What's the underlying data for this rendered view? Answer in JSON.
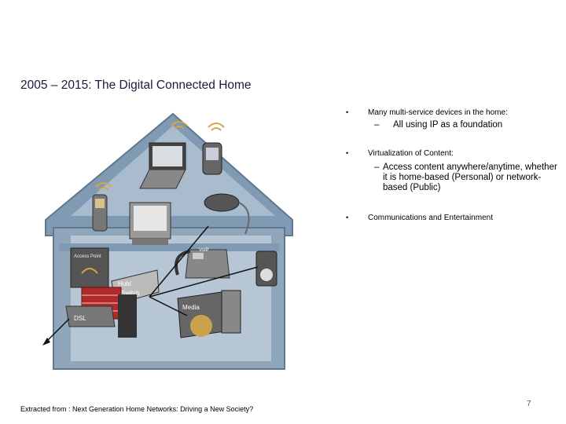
{
  "slide": {
    "title": "2005 – 2015: The Digital Connected Home",
    "bullets": [
      {
        "text": "Many multi-service devices in the home:",
        "sub": [
          "All using IP as a foundation"
        ]
      },
      {
        "text": "Virtualization of Content:",
        "sub": [
          "Access content anywhere/anytime, whether it is home-based (Personal) or network-based (Public)"
        ]
      },
      {
        "text": "Communications and Entertainment",
        "sub": []
      }
    ],
    "bullet_char": "•",
    "sub_bullet_char": "–",
    "footer": "Extracted from : Next Generation Home Networks: Driving a New Society?",
    "page_number": "7"
  },
  "illustration": {
    "labels": {
      "hub": "Hub/ Switch",
      "media": "Media",
      "dsl": "DSL",
      "access": "Access Point",
      "phone": "VoIP"
    },
    "colors": {
      "house_dark": "#6e8aa3",
      "house_light": "#aebfcf",
      "house_wall": "#8fa6bb",
      "firewall": "#b22a2a"
    }
  }
}
